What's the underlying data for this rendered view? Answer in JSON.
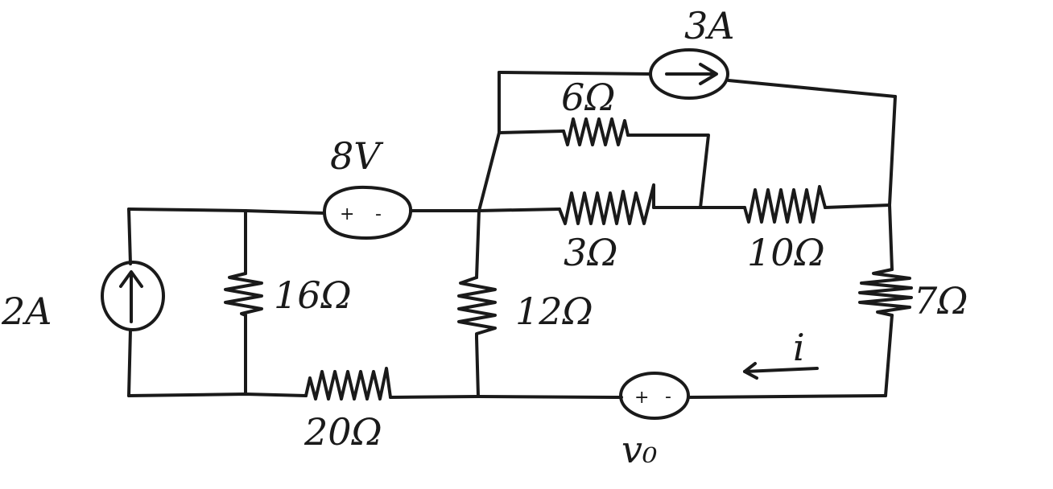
{
  "labels": {
    "current_source_left": "2A",
    "current_source_top": "3A",
    "voltage_source_top": "8V",
    "voltage_source_bottom": "v₀",
    "r_16": "16Ω",
    "r_12": "12Ω",
    "r_20": "20Ω",
    "r_6": "6Ω",
    "r_3": "3Ω",
    "r_10": "10Ω",
    "r_7": "7Ω",
    "current_i": "i"
  },
  "source_signs": {
    "plus": "+",
    "minus": "-"
  },
  "colors": {
    "ink": "#1a1a1a",
    "paper": "#ffffff"
  }
}
